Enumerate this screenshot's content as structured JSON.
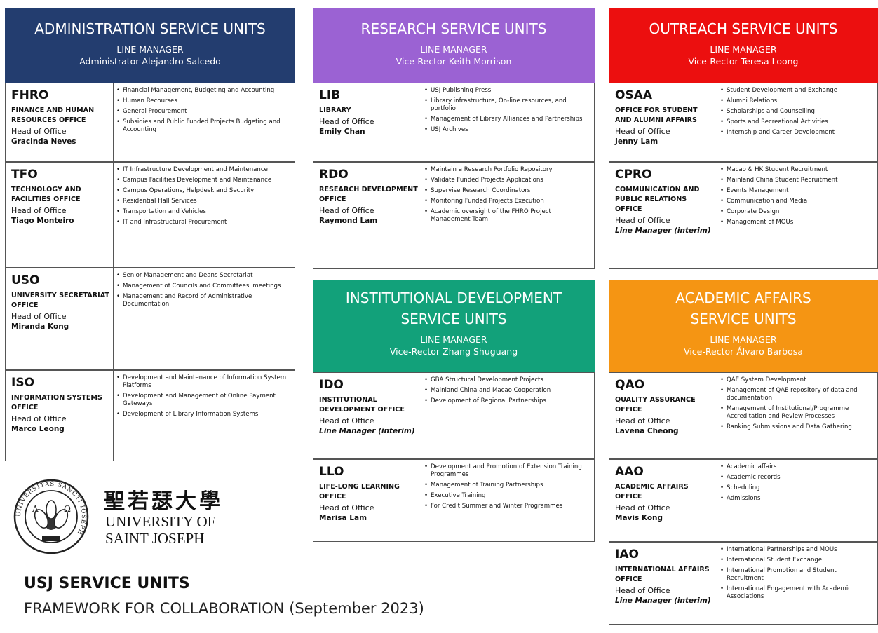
{
  "colors": {
    "admin": "#233d6f",
    "research": "#9b62d3",
    "outreach": "#ec0f0f",
    "institutional": "#12a17a",
    "academic": "#f59513"
  },
  "groups": [
    {
      "id": "admin",
      "title": "ADMINISTRATION SERVICE UNITS",
      "line_manager_label": "LINE MANAGER",
      "line_manager": "Administrator Alejandro Salcedo",
      "units": [
        {
          "abbr": "FHRO",
          "full": "FINANCE AND HUMAN RESOURCES OFFICE",
          "head_label": "Head of Office",
          "head": "Gracinda Neves",
          "items": [
            "Financial Management, Budgeting and Accounting",
            "Human Recourses",
            "General Procurement",
            "Subsidies and Public Funded Projects Budgeting and Accounting"
          ]
        },
        {
          "abbr": "TFO",
          "full": "TECHNOLOGY AND FACILITIES OFFICE",
          "head_label": "Head of Office",
          "head": "Tiago Monteiro",
          "items": [
            "IT Infrastructure Development and Maintenance",
            "Campus Facilities Development and Maintenance",
            "Campus Operations, Helpdesk and Security",
            "Residential Hall Services",
            "Transportation and Vehicles",
            "IT and Infrastructural Procurement"
          ]
        },
        {
          "abbr": "USO",
          "full": "UNIVERSITY SECRETARIAT OFFICE",
          "head_label": "Head of Office",
          "head": "Miranda Kong",
          "items": [
            "Senior Management and Deans Secretariat",
            "Management of Councils and Committees' meetings",
            "Management and Record of Administrative Documentation"
          ]
        },
        {
          "abbr": "ISO",
          "full": "INFORMATION SYSTEMS OFFICE",
          "head_label": "Head of Office",
          "head": "Marco Leong",
          "items": [
            "Development and Maintenance of Information System Platforms",
            "Development and Management of Online Payment Gateways",
            "Development of Library Information Systems"
          ]
        }
      ]
    },
    {
      "id": "research",
      "title": "RESEARCH SERVICE UNITS",
      "line_manager_label": "LINE MANAGER",
      "line_manager": "Vice-Rector Keith Morrison",
      "units": [
        {
          "abbr": "LIB",
          "full": "LIBRARY",
          "head_label": "Head of Office",
          "head": "Emily Chan",
          "items": [
            "USJ Publishing Press",
            "Library infrastructure, On-line resources, and portfolio",
            "Management of Library Alliances and Partnerships",
            "USJ Archives"
          ]
        },
        {
          "abbr": "RDO",
          "full": "RESEARCH DEVELOPMENT OFFICE",
          "head_label": "Head of Office",
          "head": "Raymond Lam",
          "items": [
            "Maintain a Research Portfolio Repository",
            "Validate Funded Projects Applications",
            "Supervise Research Coordinators",
            "Monitoring Funded Projects Execution",
            "Academic oversight of the FHRO Project Management Team"
          ]
        }
      ]
    },
    {
      "id": "outreach",
      "title": "OUTREACH SERVICE UNITS",
      "line_manager_label": "LINE MANAGER",
      "line_manager": "Vice-Rector Teresa Loong",
      "units": [
        {
          "abbr": "OSAA",
          "full": "OFFICE FOR STUDENT AND ALUMNI AFFAIRS",
          "head_label": "Head of Office",
          "head": "Jenny Lam",
          "items": [
            "Student Development and Exchange",
            "Alumni Relations",
            "Scholarships and Counselling",
            "Sports and Recreational Activities",
            "Internship and Career Development"
          ]
        },
        {
          "abbr": "CPRO",
          "full": "COMMUNICATION AND PUBLIC RELATIONS OFFICE",
          "head_label": "Head of Office",
          "head": "Line Manager (interim)",
          "items": [
            "Macao & HK Student Recruitment",
            "Mainland China Student Recruitment",
            "Events Management",
            "Communication and Media",
            "Corporate Design",
            "Management of MOUs"
          ]
        }
      ]
    },
    {
      "id": "institutional",
      "title": "INSTITUTIONAL DEVELOPMENT SERVICE UNITS",
      "line_manager_label": "LINE MANAGER",
      "line_manager": "Vice-Rector Zhang Shuguang",
      "units": [
        {
          "abbr": "IDO",
          "full": "INSTITUTIONAL DEVELOPMENT OFFICE",
          "head_label": "Head of Office",
          "head": "Line Manager (interim)",
          "items": [
            "GBA Structural Development Projects",
            "Mainland China and Macao Cooperation",
            "Development of Regional Partnerships"
          ]
        },
        {
          "abbr": "LLO",
          "full": "LIFE-LONG LEARNING OFFICE",
          "head_label": "Head of Office",
          "head": "Marisa Lam",
          "items": [
            "Development and Promotion of Extension Training Programmes",
            "Management of Training Partnerships",
            "Executive Training",
            "For Credit Summer and Winter Programmes"
          ]
        }
      ]
    },
    {
      "id": "academic",
      "title": "ACADEMIC AFFAIRS SERVICE UNITS",
      "line_manager_label": "LINE MANAGER",
      "line_manager": "Vice-Rector Álvaro Barbosa",
      "units": [
        {
          "abbr": "QAO",
          "full": "QUALITY ASSURANCE OFFICE",
          "head_label": "Head of Office",
          "head": "Lavena Cheong",
          "items": [
            "QAE System Development",
            "Management of QAE repository of data and documentation",
            "Management of Institutional/Programme Accreditation and Review Processes",
            "Ranking Submissions and Data Gathering"
          ]
        },
        {
          "abbr": "AAO",
          "full": "ACADEMIC AFFAIRS OFFICE",
          "head_label": "Head of Office",
          "head": "Mavis Kong",
          "items": [
            "Academic affairs",
            "Academic records",
            "Scheduling",
            "Admissions"
          ]
        },
        {
          "abbr": "IAO",
          "full": "INTERNATIONAL AFFAIRS OFFICE",
          "head_label": "Head of Office",
          "head": "Line Manager (interim)",
          "items": [
            "International Partnerships and MOUs",
            "International Student Exchange",
            "International Promotion and Student Recruitment",
            "International Engagement with Academic Associations"
          ]
        }
      ]
    }
  ],
  "logo": {
    "chinese": "聖若瑟大學",
    "english_line1": "UNIVERSITY OF",
    "english_line2": "SAINT JOSEPH",
    "seal_text": "UNIVERSITAS SANCTI IOSEPH",
    "seal_alpha": "A",
    "seal_omega": "Ω"
  },
  "footer": {
    "title": "USJ SERVICE UNITS",
    "subtitle": "FRAMEWORK FOR COLLABORATION (September 2023)"
  }
}
